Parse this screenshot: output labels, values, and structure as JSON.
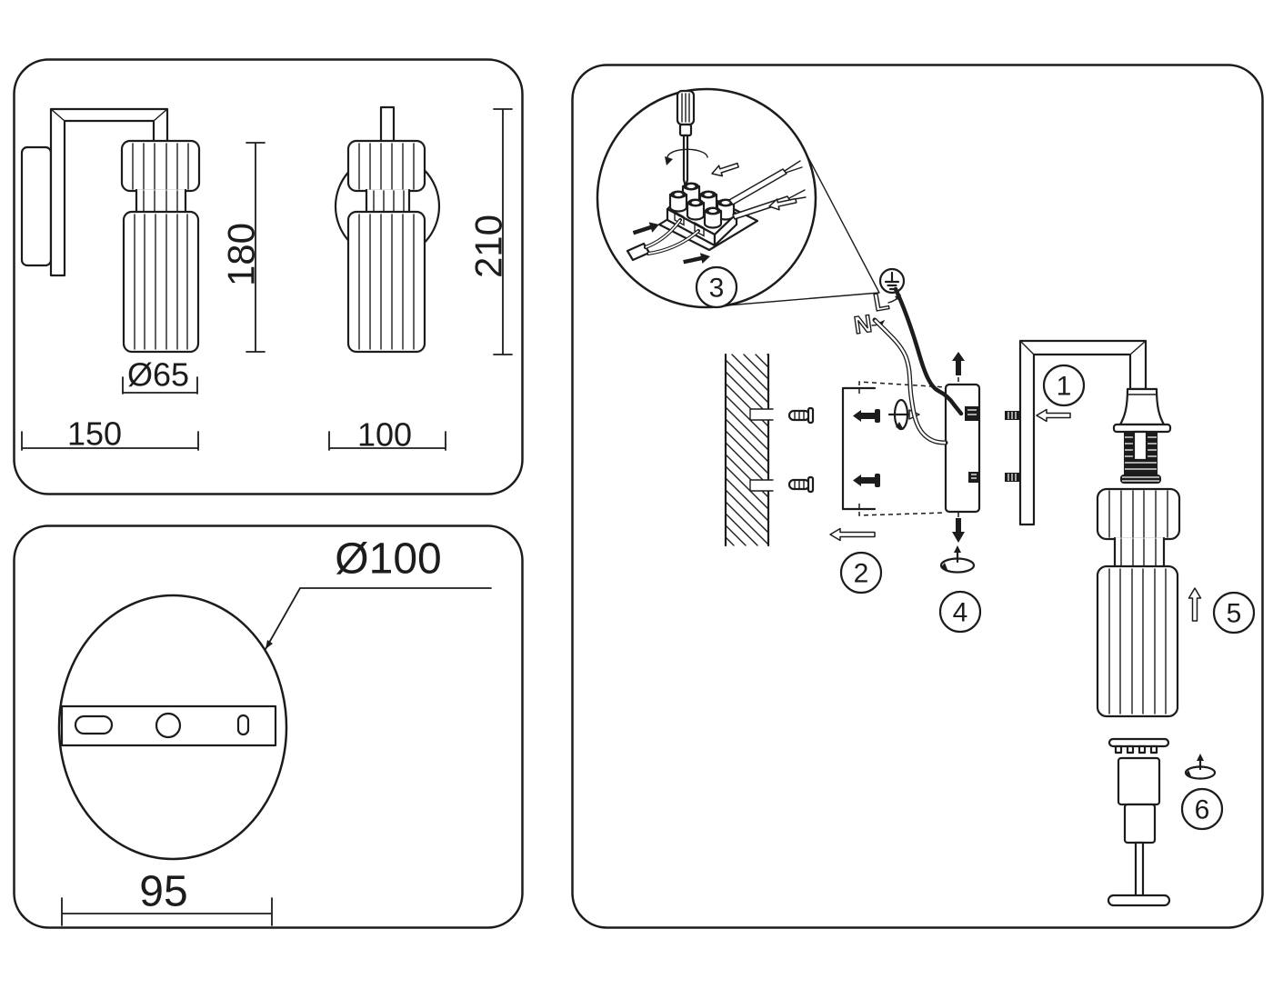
{
  "colors": {
    "background": "#ffffff",
    "line": "#1c1c1c"
  },
  "dimension_panel": {
    "side_view": {
      "height": "180",
      "diameter": "Ø65",
      "width": "150"
    },
    "front_view": {
      "height": "210",
      "width": "100"
    }
  },
  "base_panel": {
    "diameter": "Ø100",
    "spacing": "95"
  },
  "assembly_panel": {
    "steps": [
      "1",
      "2",
      "3",
      "4",
      "5",
      "6"
    ],
    "wire_live": "L",
    "wire_neutral": "N",
    "icons": {
      "ground": "earth-ground-icon",
      "screwdriver": "screwdriver-icon",
      "rotation": "rotate-icon",
      "direction": "direction-arrow-icon",
      "wall": "wall-hatch-section",
      "anchor": "wall-anchor-icon",
      "screw": "screw-icon"
    }
  }
}
